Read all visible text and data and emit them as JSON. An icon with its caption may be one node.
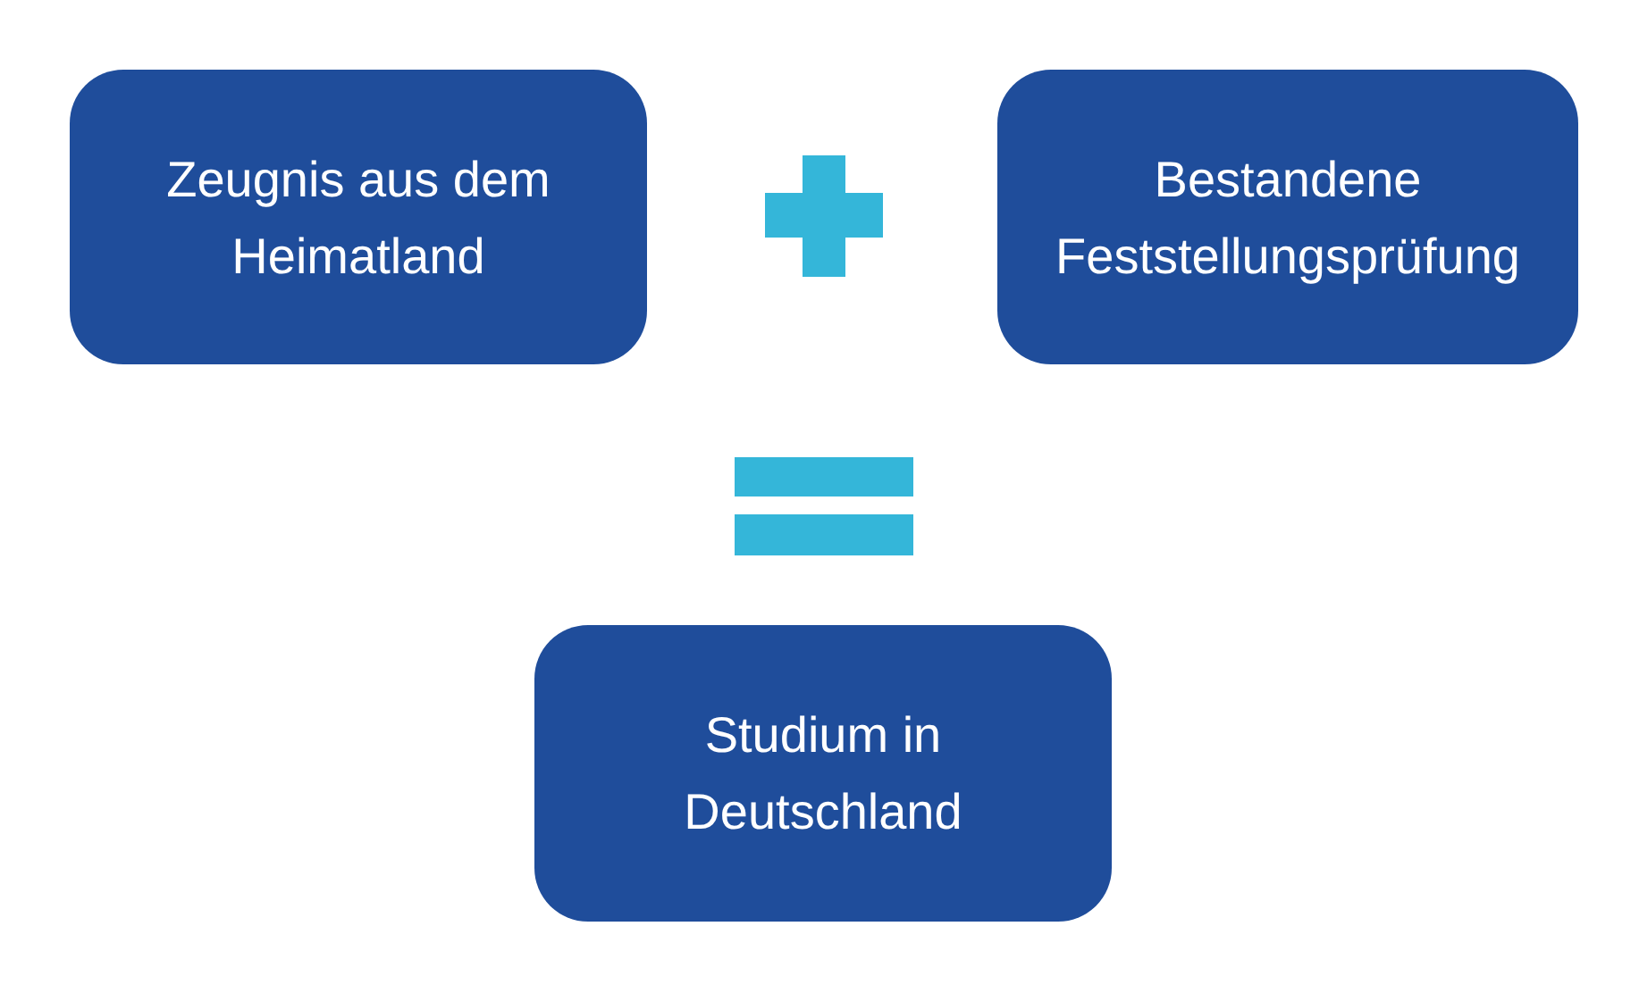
{
  "diagram": {
    "nodes": [
      {
        "text": [
          "Zeugnis aus dem Heimatland"
        ]
      },
      {
        "text": [
          "Bestandene Feststellungsprüfung"
        ]
      },
      {
        "text": [
          "Studium in Deutschland"
        ]
      }
    ]
  }
}
